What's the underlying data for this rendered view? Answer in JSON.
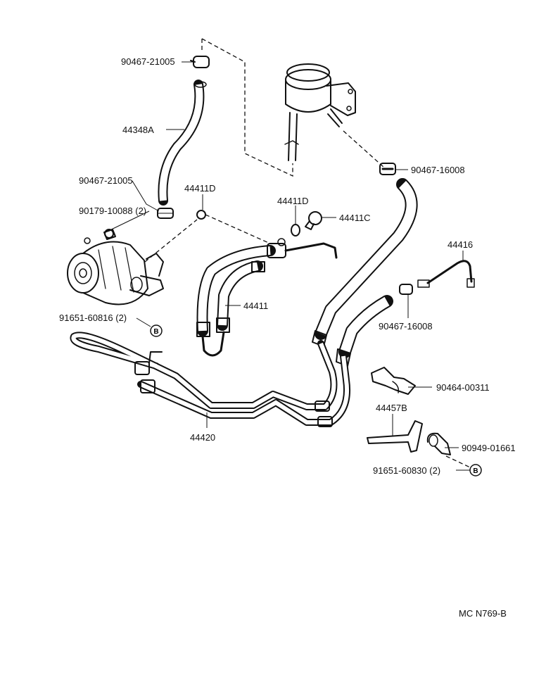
{
  "labels": {
    "clamp_top": "90467-21005",
    "hose_return": "44348A",
    "clamp_mid": "90467-21005",
    "bolt": "90179-10088 (2)",
    "gasket_d1": "44411D",
    "gasket_d2": "44411D",
    "union_bolt": "44411C",
    "clamp_res": "90467-16008",
    "tube_44416": "44416",
    "hose_44411": "44411",
    "clamp_right": "90467-16008",
    "bolt_b_left": "91651-60816 (2)",
    "clip": "90464-00311",
    "bracket": "44457B",
    "clamp_small": "90949-01661",
    "bolt_b_right": "91651-60830 (2)",
    "tube_44420": "44420",
    "ref_b": "B"
  },
  "footer": {
    "ref_code": "MC  N769-B"
  }
}
